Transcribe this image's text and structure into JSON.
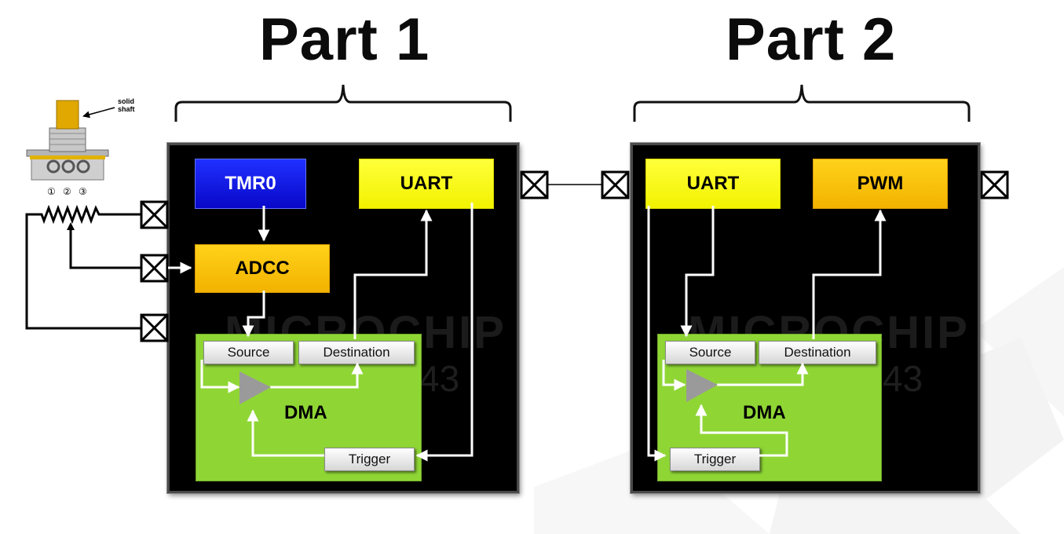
{
  "titles": {
    "part1": "Part 1",
    "part2": "Part 2"
  },
  "potentiometer": {
    "label_line1": "solid",
    "label_line2": "shaft",
    "pins": [
      "①",
      "②",
      "③"
    ]
  },
  "watermark": {
    "brand": "MICROCHIP",
    "number": "43"
  },
  "part1": {
    "tmr0": "TMR0",
    "uart": "UART",
    "adcc": "ADCC",
    "dma": {
      "label": "DMA",
      "source": "Source",
      "destination": "Destination",
      "trigger": "Trigger"
    }
  },
  "part2": {
    "uart": "UART",
    "pwm": "PWM",
    "dma": {
      "label": "DMA",
      "source": "Source",
      "destination": "Destination",
      "trigger": "Trigger"
    }
  },
  "colors": {
    "tmr0": "#1010e8",
    "uart": "#ffff00",
    "adcc_pwm": "#ffc800",
    "dma": "#8fd635",
    "chip": "#000000"
  }
}
